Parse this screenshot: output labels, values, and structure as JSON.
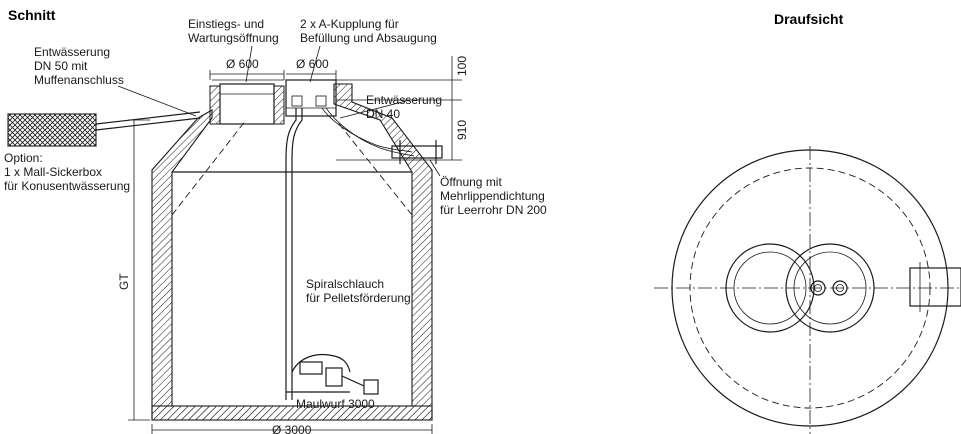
{
  "headings": {
    "section": "Schnitt",
    "top_view": "Draufsicht"
  },
  "labels": {
    "drain_dn50": [
      "Entwässerung",
      "DN 50 mit",
      "Muffenanschluss"
    ],
    "option": [
      "Option:",
      "1 x Mall-Sickerbox",
      "für Konusentwässerung"
    ],
    "access_opening": [
      "Einstiegs- und",
      "Wartungsöffnung"
    ],
    "couplings": [
      "2 x A-Kupplung für",
      "Befüllung und Absaugung"
    ],
    "drain_dn40": [
      "Entwässerung",
      "DN 40"
    ],
    "seal_opening": [
      "Öffnung mit",
      "Mehrlippendichtung",
      "für Leerrohr DN 200"
    ],
    "spiral_hose": [
      "Spiralschlauch",
      "für Pelletsförderung"
    ],
    "mole": "Maulwurf 3000"
  },
  "dimensions": {
    "opening_left": "Ø 600",
    "opening_right": "Ø 600",
    "top_height": "100",
    "cone_height": "910",
    "total_height": "GT",
    "diameter": "Ø 3000"
  }
}
